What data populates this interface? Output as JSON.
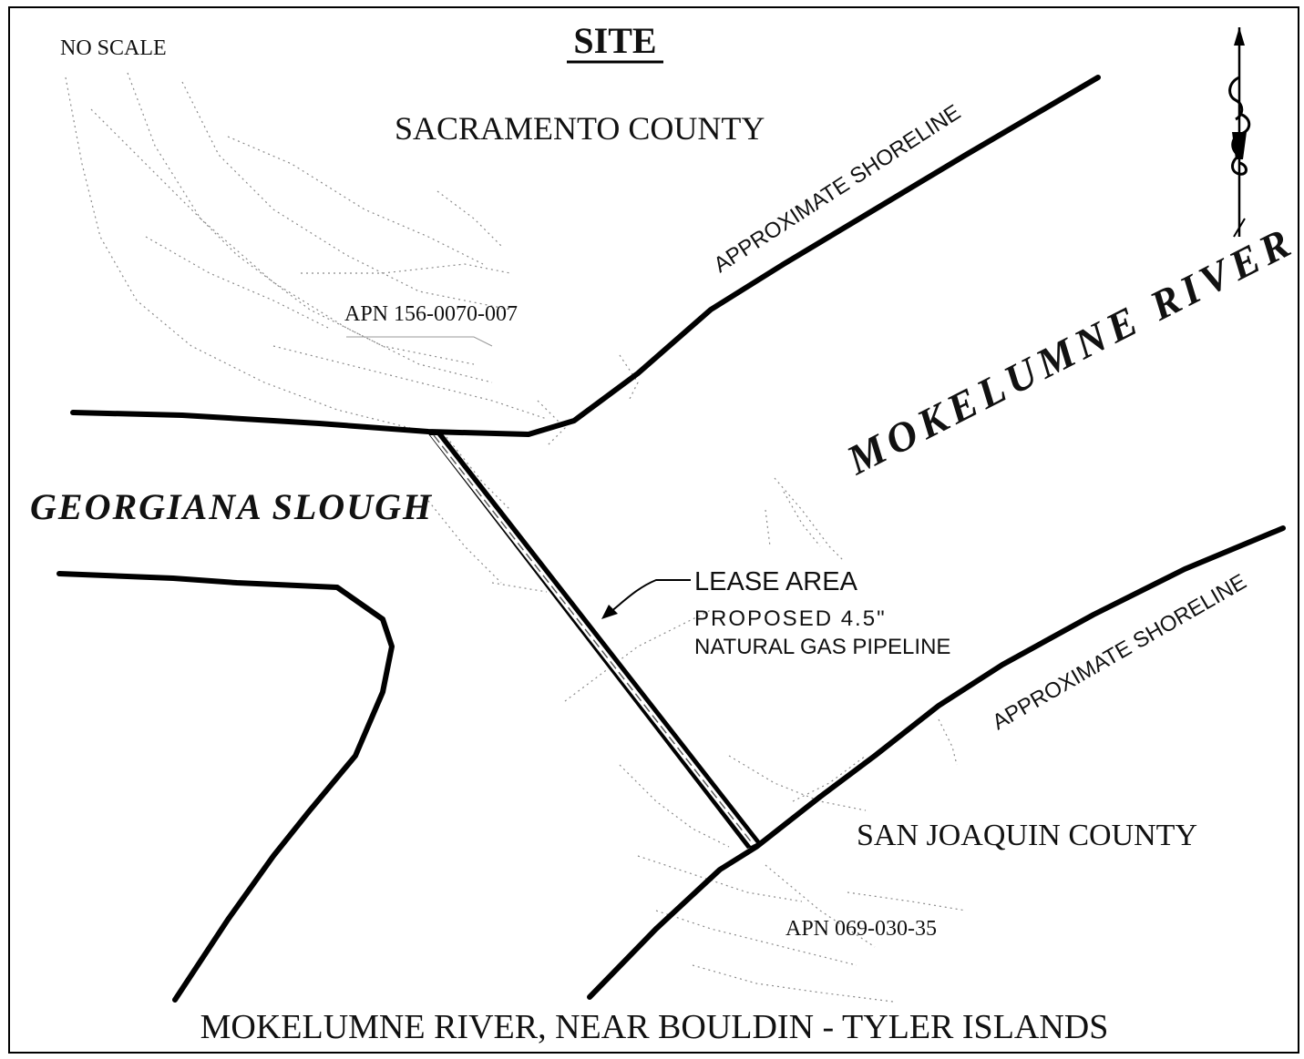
{
  "map": {
    "title": "SITE",
    "scale_note": "NO SCALE",
    "caption": "MOKELUMNE RIVER, NEAR BOULDIN - TYLER ISLANDS",
    "labels": {
      "county_north": "SACRAMENTO COUNTY",
      "county_south": "SAN JOAQUIN COUNTY",
      "river": "MOKELUMNE RIVER",
      "slough": "GEORGIANA SLOUGH",
      "shoreline_north": "APPROXIMATE SHORELINE",
      "shoreline_south": "APPROXIMATE SHORELINE",
      "parcel_north": "APN 156-0070-007",
      "parcel_south": "APN 069-030-35",
      "lease_area": "LEASE AREA",
      "pipeline_line1": "PROPOSED 4.5\"",
      "pipeline_line2": "NATURAL GAS PIPELINE"
    },
    "icons": {
      "north_arrow": "north-arrow-icon"
    },
    "colors": {
      "ink": "#000000",
      "parcel_lines": "#8a8a8a",
      "background": "#ffffff"
    }
  }
}
